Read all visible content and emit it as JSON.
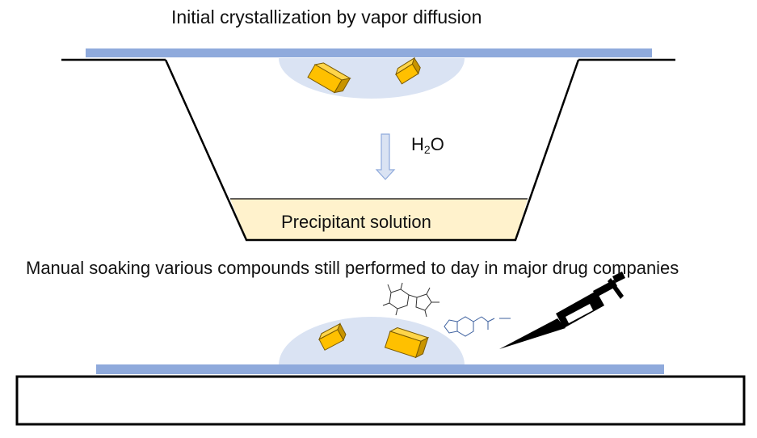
{
  "top_panel": {
    "title": "Initial crystallization by vapor diffusion",
    "arrow_label_main": "H",
    "arrow_label_sub": "2",
    "arrow_label_tail": "O",
    "reservoir_label": "Precipitant solution"
  },
  "bottom_panel": {
    "caption": "Manual soaking various compounds still performed to day in major drug companies"
  },
  "colors": {
    "cover_slip": "#8faadc",
    "drop": "#dae3f3",
    "crystal_face": "#ffc000",
    "crystal_shade": "#c89400",
    "arrow_fill": "#dae3f3",
    "arrow_stroke": "#8faadc",
    "precipitant_fill": "#fff2cc",
    "line": "#000000"
  },
  "icons": [
    "crystal-icon",
    "sugar-molecule-icon",
    "amine-molecule-icon",
    "pipette-icon"
  ]
}
